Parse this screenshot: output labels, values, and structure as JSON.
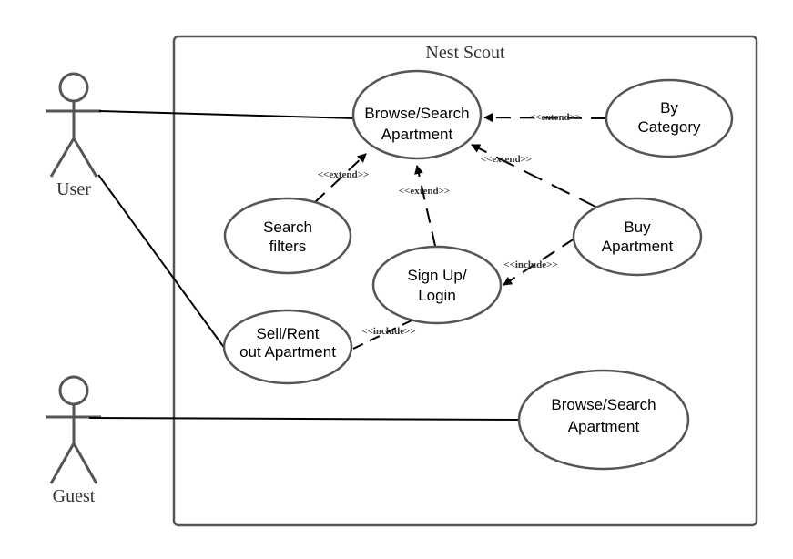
{
  "system": {
    "title": "Nest Scout"
  },
  "actors": {
    "user": {
      "label": "User"
    },
    "guest": {
      "label": "Guest"
    }
  },
  "use_cases": {
    "browse_user": {
      "line1": "Browse/Search",
      "line2": "Apartment"
    },
    "by_category": {
      "line1": "By",
      "line2": "Category"
    },
    "search_filters": {
      "line1": "Search",
      "line2": "filters"
    },
    "buy": {
      "line1": "Buy",
      "line2": "Apartment"
    },
    "signup": {
      "line1": "Sign Up/",
      "line2": "Login"
    },
    "sell_rent": {
      "line1": "Sell/Rent",
      "line2": "out Apartment"
    },
    "browse_guest": {
      "line1": "Browse/Search",
      "line2": "Apartment"
    }
  },
  "relations": {
    "extend_category": "<<extend>>",
    "extend_filters": "<<extend>>",
    "extend_signup": "<<extend>>",
    "extend_buy": "<<extend>>",
    "include_buy": "<<include>>",
    "include_sell": "<<include>>"
  },
  "colors": {
    "stroke": "#555555",
    "line": "#000000",
    "text": "#000000"
  }
}
